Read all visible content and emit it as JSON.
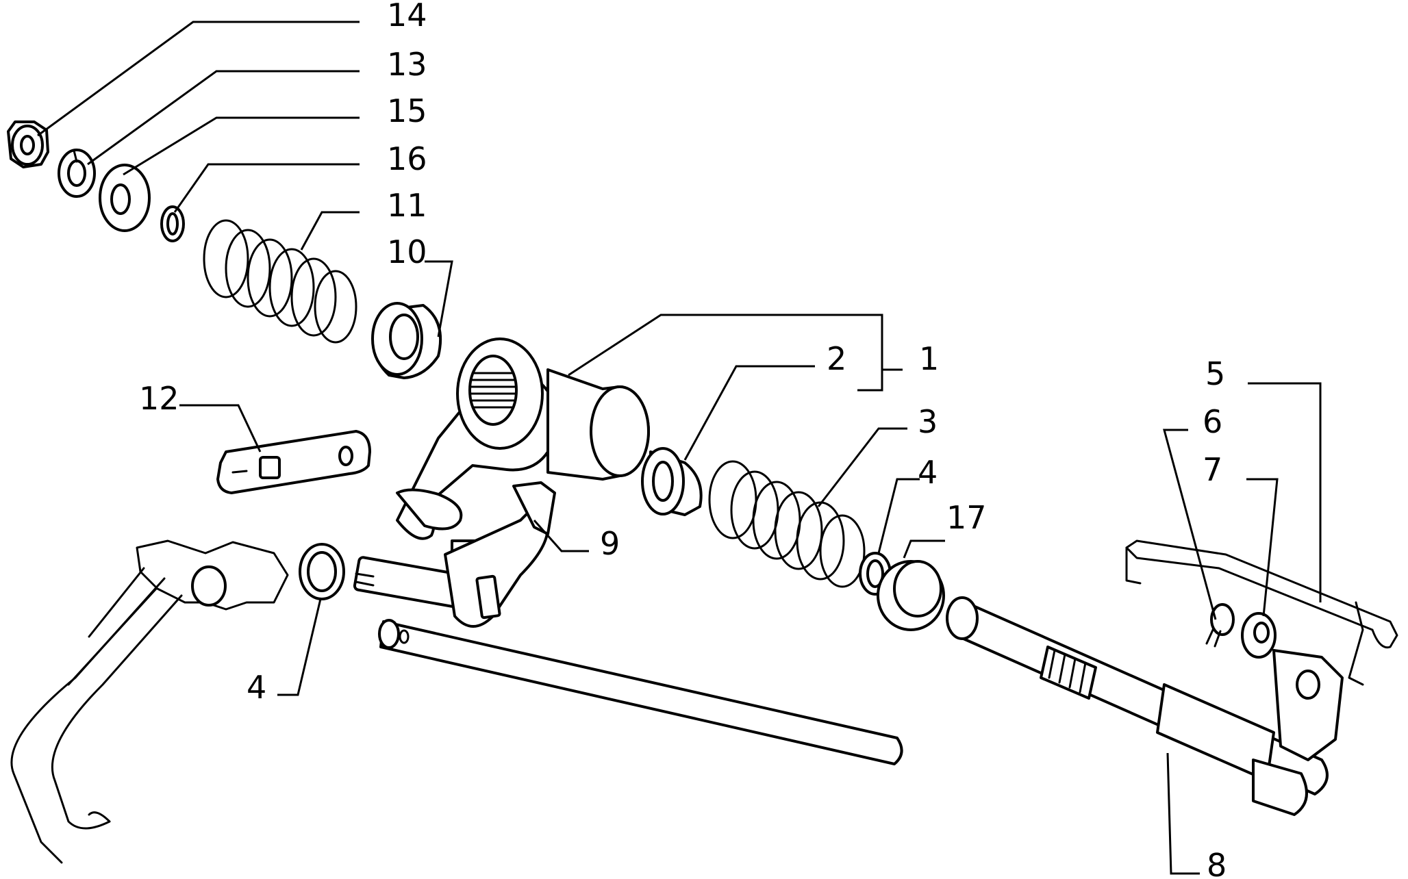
{
  "callouts": {
    "c1": "1",
    "c2": "2",
    "c3": "3",
    "c4a": "4",
    "c4b": "4",
    "c5": "5",
    "c6": "6",
    "c7": "7",
    "c8": "8",
    "c9": "9",
    "c10": "10",
    "c11": "11",
    "c12": "12",
    "c13": "13",
    "c14": "14",
    "c15": "15",
    "c16": "16",
    "c17": "17"
  },
  "colors": {
    "line": "#000000",
    "background": "#ffffff"
  }
}
